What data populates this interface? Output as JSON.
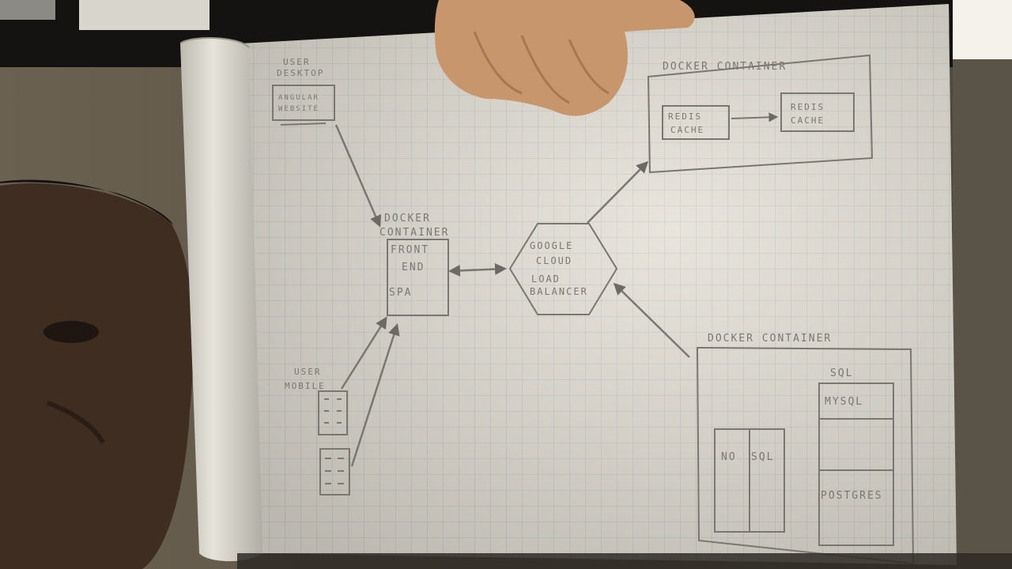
{
  "diagram": {
    "user_desktop": {
      "label_line1": "USER",
      "label_line2": "DESKTOP",
      "screen_line1": "ANGULAR",
      "screen_line2": "WEBSITE"
    },
    "user_mobile": {
      "label_line1": "USER",
      "label_line2": "MOBILE"
    },
    "frontend_container": {
      "header_line1": "DOCKER",
      "header_line2": "CONTAINER",
      "box_line1": "FRONT",
      "box_line2": "END",
      "box_line3": "SPA"
    },
    "load_balancer": {
      "line1": "GOOGLE",
      "line2": "CLOUD",
      "line3": "LOAD",
      "line4": "BALANCER"
    },
    "cache_container": {
      "header": "DOCKER   CONTAINER",
      "redis": {
        "line1": "REDIS",
        "line2": "CACHE"
      },
      "redis_replica": {
        "line1": "REDIS",
        "line2": "CACHE"
      }
    },
    "db_container": {
      "header": "DOCKER   CONTAINER",
      "sql_label": "SQL",
      "mysql": "MYSQL",
      "postgres": "POSTGRES",
      "nosql_left": "NO",
      "nosql_right": "SQL"
    }
  },
  "colors": {
    "paper": "#e4e0d6",
    "grid": "#b9bfc2",
    "pencil": "#7a7770",
    "background": "#2a2520"
  }
}
